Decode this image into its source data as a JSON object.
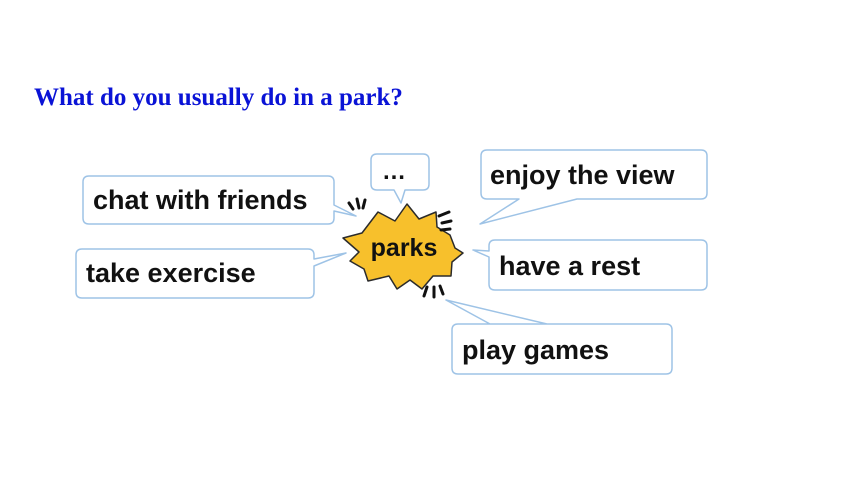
{
  "question": "What do you usually do in a park?",
  "center": {
    "label": "parks",
    "color": "#f7c02c"
  },
  "bubbles": {
    "chat": "chat with friends",
    "exercise": "take exercise",
    "more": "…",
    "view": "enjoy the view",
    "rest": "have a rest",
    "games": "play games"
  },
  "colors": {
    "question": "#0a13d6",
    "bubble_border": "#9ec3e6",
    "burst_fill": "#f7c02c"
  }
}
